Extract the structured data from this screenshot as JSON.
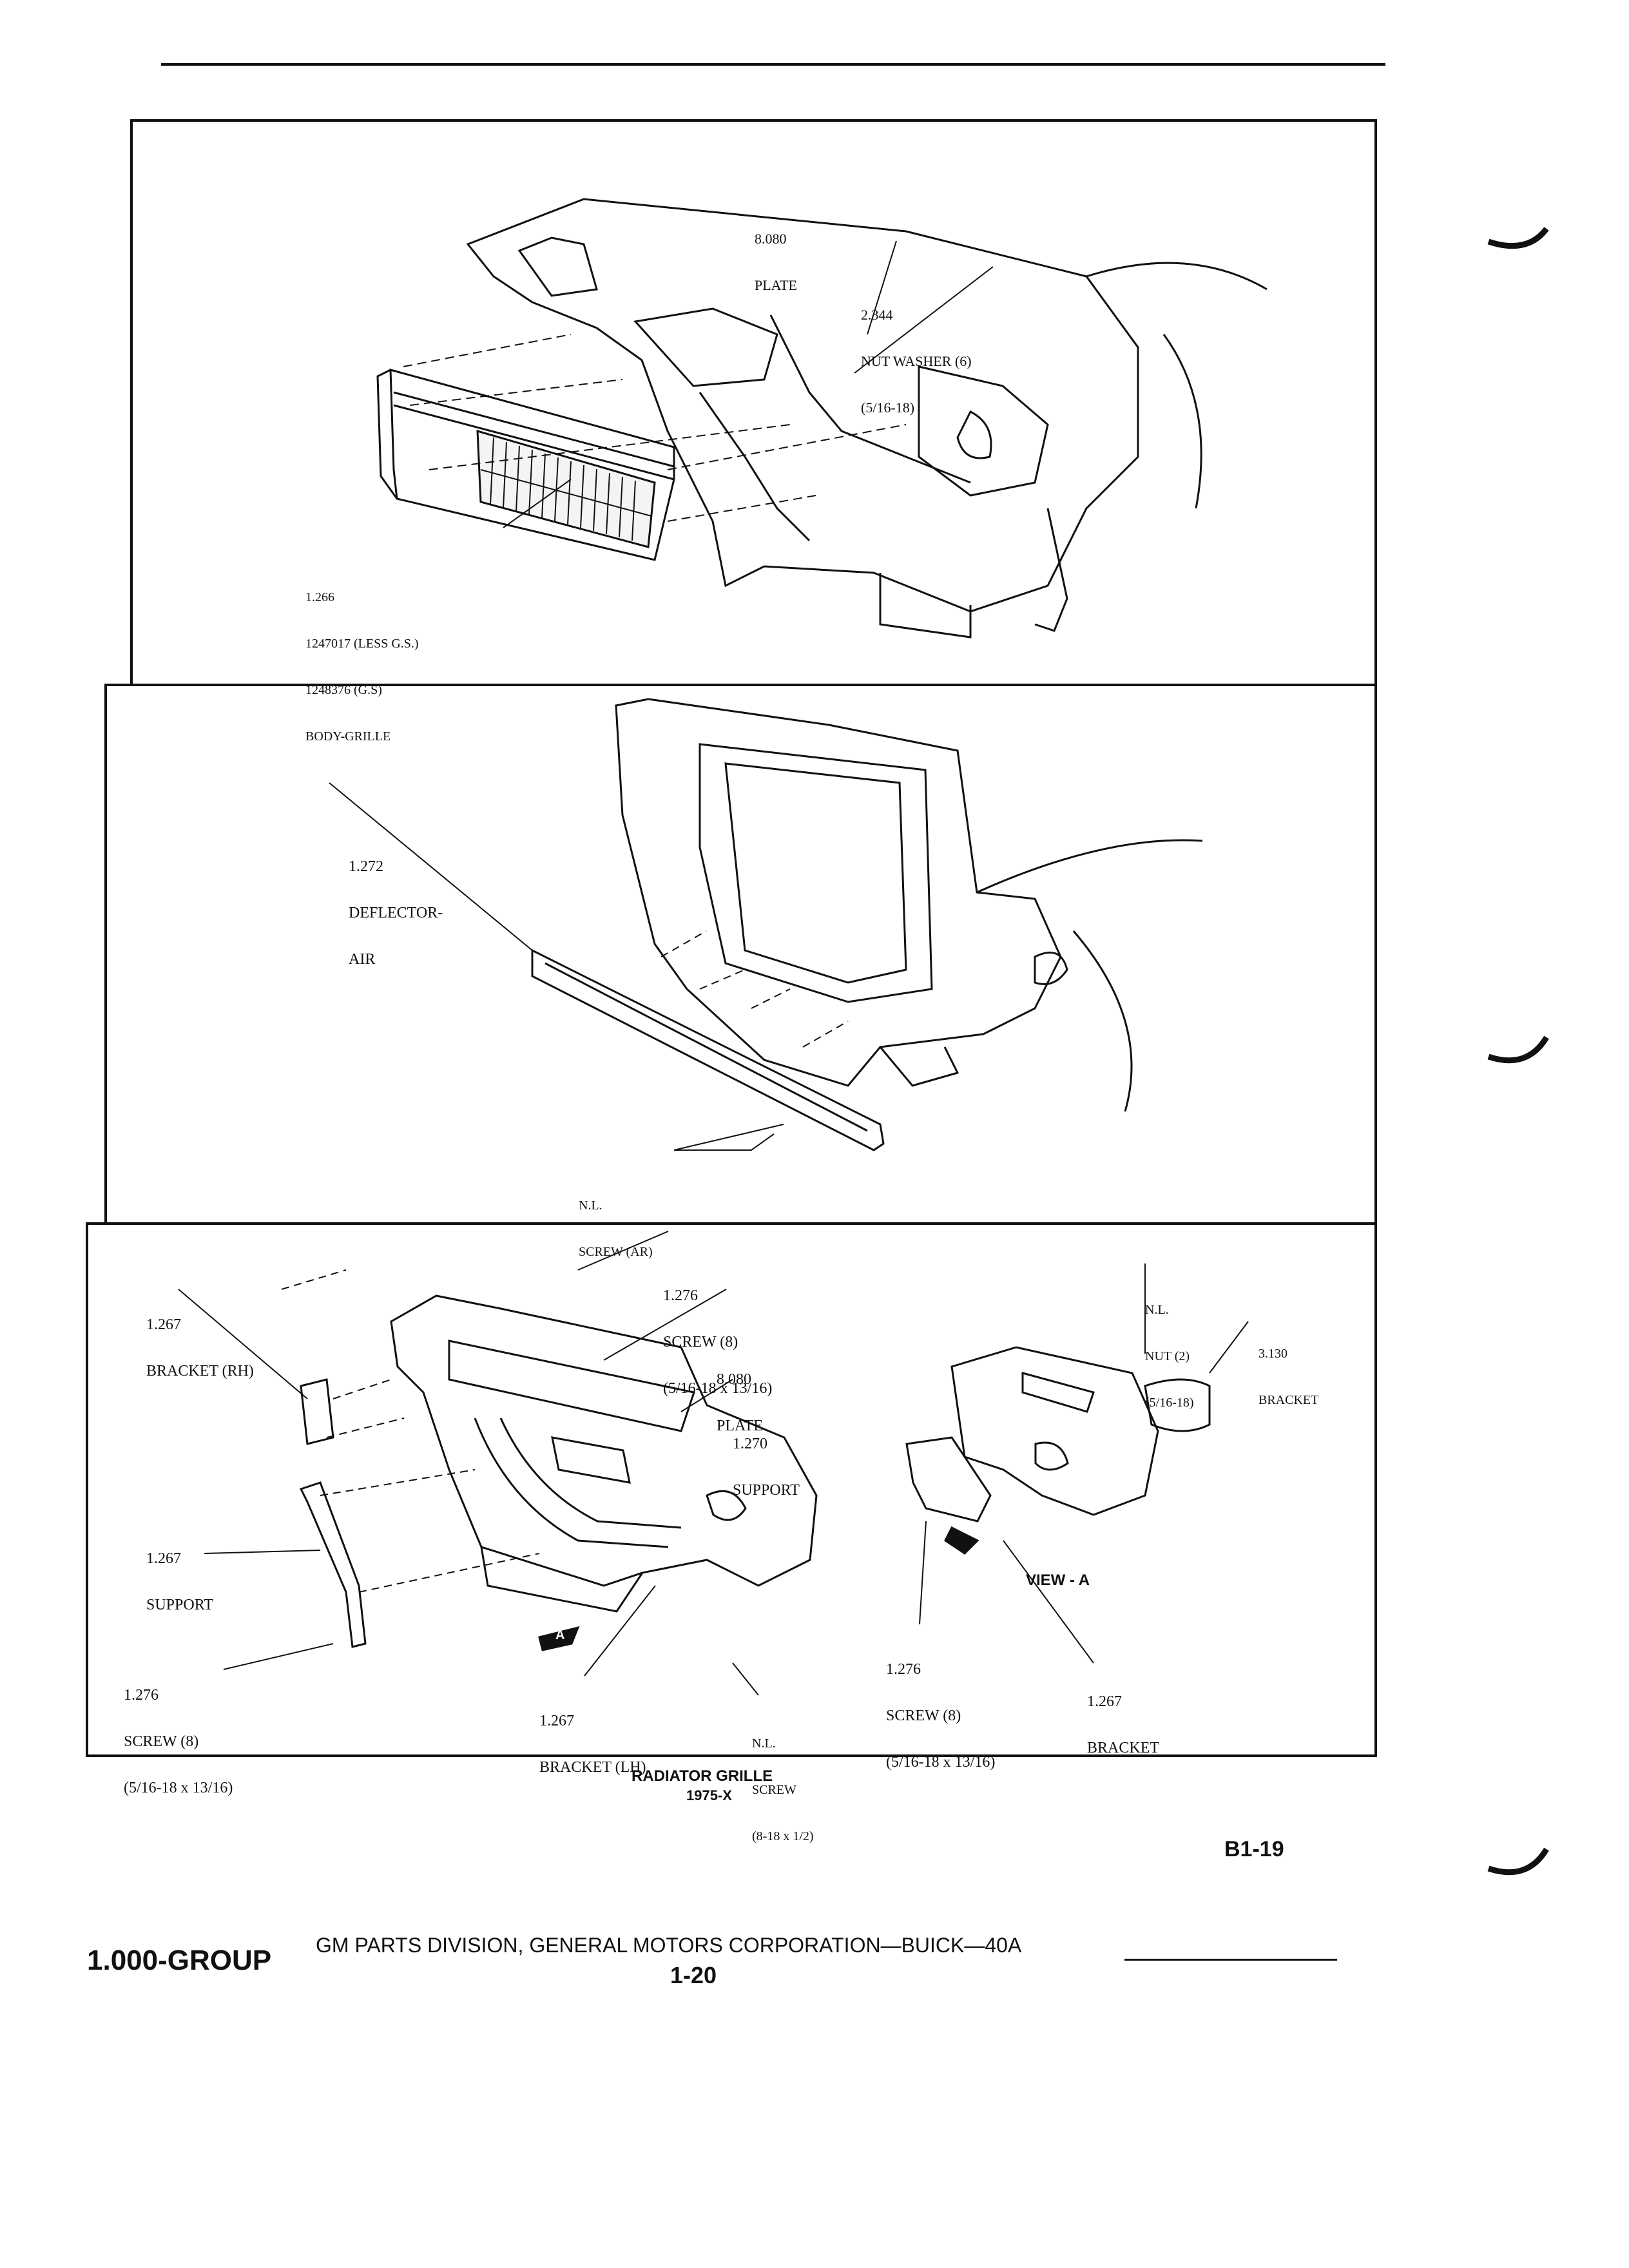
{
  "panel1": {
    "plate": {
      "num": "8.080",
      "name": "PLATE"
    },
    "nut_washer": {
      "num": "2.344",
      "name": "NUT WASHER (6)",
      "size": "(5/16-18)"
    },
    "grille": {
      "num": "1.266",
      "l1": "1247017 (LESS G.S.)",
      "l2": "1248376 (G.S)",
      "name": "BODY-GRILLE"
    }
  },
  "panel2": {
    "deflector": {
      "num": "1.272",
      "l1": "DEFLECTOR-",
      "l2": "AIR"
    },
    "screw": {
      "num": "N.L.",
      "name": "SCREW (AR)"
    }
  },
  "panel3": {
    "bracket_rh": {
      "num": "1.267",
      "name": "BRACKET (RH)"
    },
    "screw_top": {
      "num": "1.276",
      "name": "SCREW (8)",
      "size": "(5/16-18 x 13/16)"
    },
    "plate": {
      "num": "8.080",
      "name": "PLATE"
    },
    "support_main": {
      "num": "1.270",
      "name": "SUPPORT"
    },
    "support_left": {
      "num": "1.267",
      "name": "SUPPORT"
    },
    "screw_left": {
      "num": "1.276",
      "name": "SCREW (8)",
      "size": "(5/16-18 x 13/16)"
    },
    "bracket_lh": {
      "num": "1.267",
      "name": "BRACKET (LH)"
    },
    "screw_nl": {
      "num": "N.L.",
      "name": "SCREW",
      "size": "(8-18 x 1/2)"
    },
    "nut_nl": {
      "num": "N.L.",
      "name": "NUT (2)",
      "size": "(5/16-18)"
    },
    "bracket_3130": {
      "num": "3.130",
      "name": "BRACKET"
    },
    "view_a": "VIEW - A",
    "screw_view": {
      "num": "1.276",
      "name": "SCREW (8)",
      "size": "(5/16-18 x 13/16)"
    },
    "bracket_view": {
      "num": "1.267",
      "name": "BRACKET"
    },
    "arrow_letter": "A"
  },
  "caption": {
    "title": "RADIATOR GRILLE",
    "sub": "1975-X"
  },
  "page_code": "B1-19",
  "footer": {
    "group": "1.000-GROUP",
    "division": "GM PARTS DIVISION, GENERAL MOTORS CORPORATION—BUICK—40A",
    "page_number": "1-20"
  }
}
